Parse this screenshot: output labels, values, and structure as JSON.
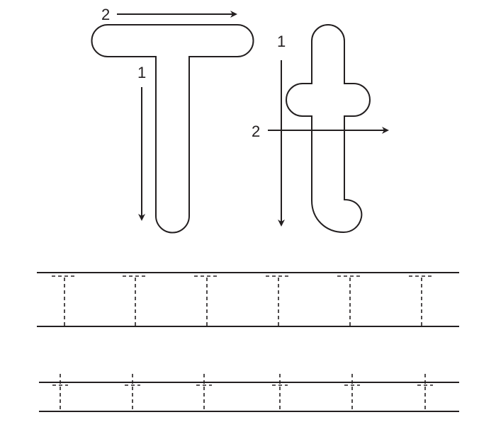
{
  "worksheet": {
    "uppercase": {
      "letter": "T",
      "stroke_labels": {
        "horizontal": "2",
        "vertical": "1"
      }
    },
    "lowercase": {
      "letter": "t",
      "stroke_labels": {
        "vertical": "1",
        "horizontal": "2"
      }
    },
    "practice_rows": [
      {
        "letter": "T",
        "guides": 6
      },
      {
        "letter": "t",
        "guides": 6
      }
    ],
    "colors": {
      "ink": "#231f20",
      "background": "#ffffff"
    }
  }
}
